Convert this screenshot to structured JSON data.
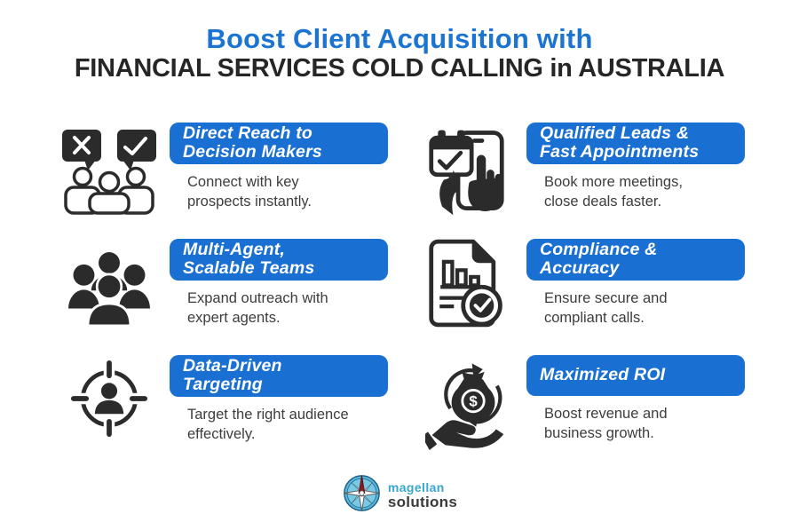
{
  "title": {
    "line1": "Boost Client Acquisition with",
    "line2": "FINANCIAL SERVICES COLD CALLING in AUSTRALIA"
  },
  "features": [
    {
      "icon": "rejected-approved-chat-people-icon",
      "heading": "Direct Reach to\nDecision Makers",
      "description": "Connect with key\nprospects instantly."
    },
    {
      "icon": "calendar-phone-booking-icon",
      "heading": "Qualified Leads &\nFast Appointments",
      "description": "Book more meetings,\nclose deals faster."
    },
    {
      "icon": "team-group-icon",
      "heading": "Multi-Agent,\nScalable Teams",
      "description": "Expand outreach with\nexpert agents."
    },
    {
      "icon": "report-checkmark-icon",
      "heading": "Compliance &\nAccuracy",
      "description": "Ensure secure and\ncompliant calls."
    },
    {
      "icon": "target-person-icon",
      "heading": "Data-Driven\nTargeting",
      "description": "Target the right audience\neffectively."
    },
    {
      "icon": "money-bag-hand-icon",
      "heading": "Maximized ROI",
      "description": "Boost revenue and\nbusiness growth."
    }
  ],
  "footer": {
    "logo_line1": "magellan",
    "logo_line2": "solutions"
  },
  "colors": {
    "banner_blue": "#1a70d2",
    "title_blue": "#1b74d2",
    "subtitle_dark": "#262626",
    "body_text": "#3d3d3d",
    "icon_dark": "#2b2b2b",
    "logo_cyan": "#38a7cb",
    "logo_dark": "#3a3a3a"
  }
}
